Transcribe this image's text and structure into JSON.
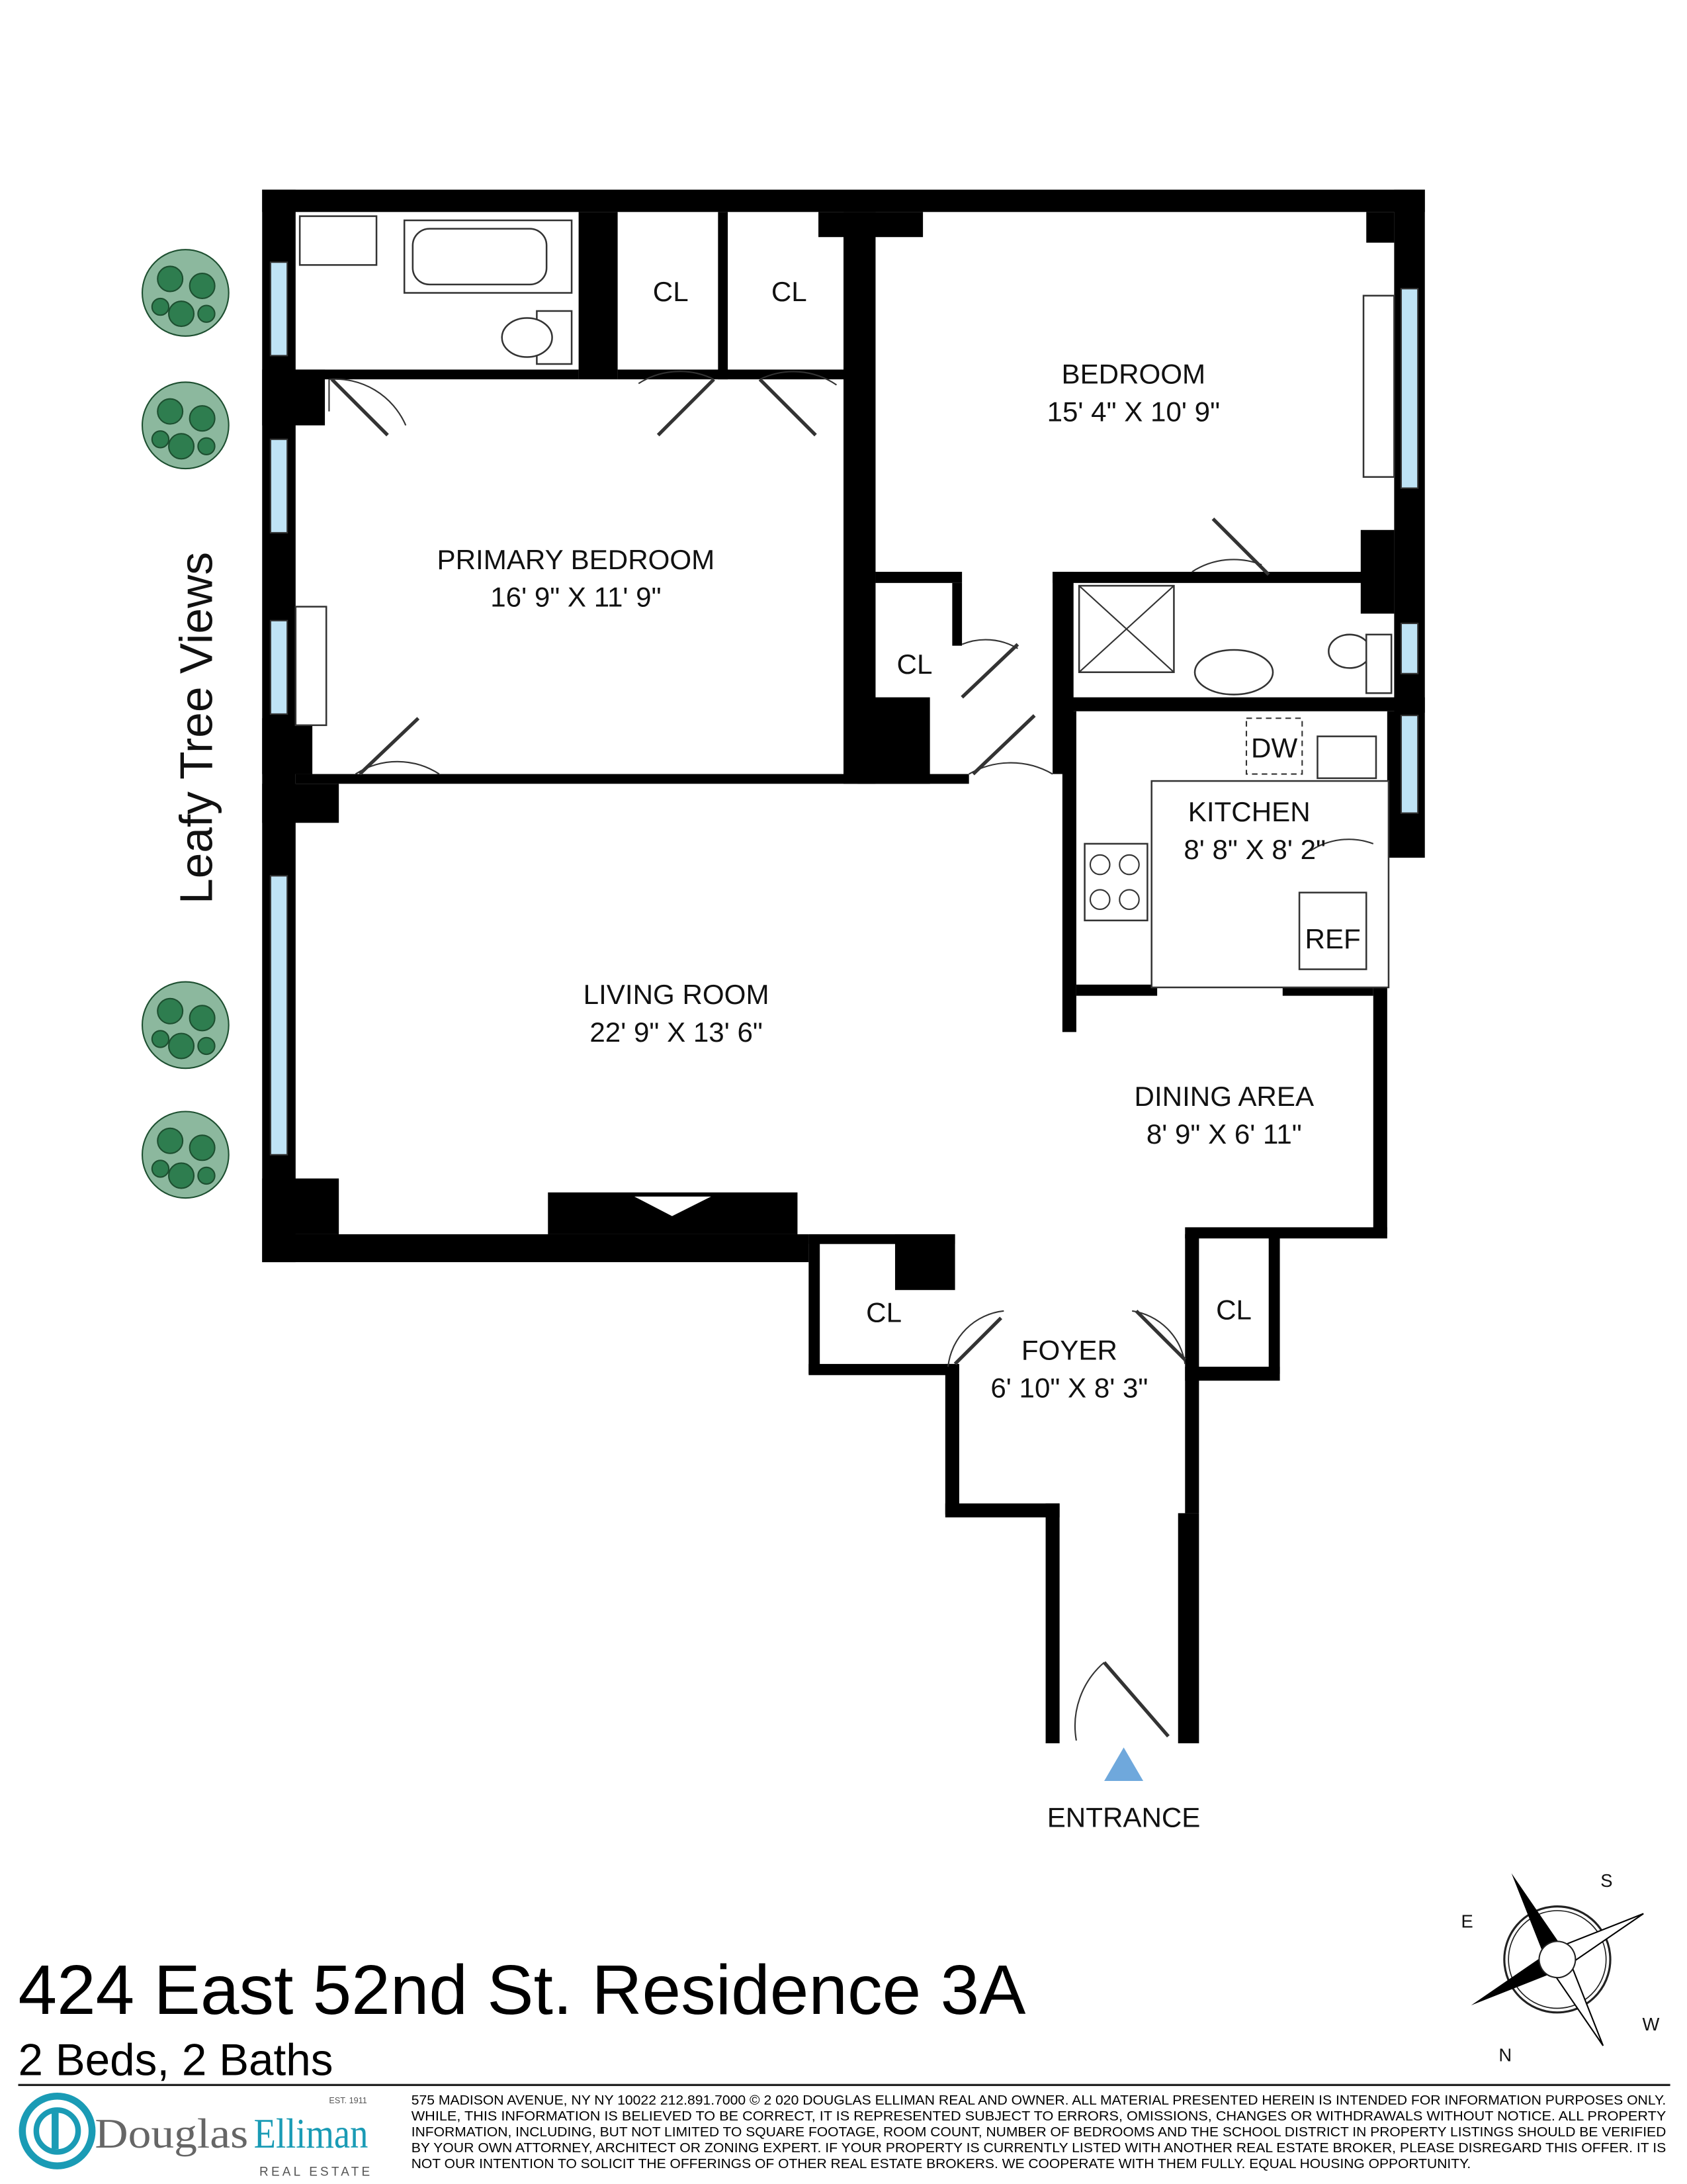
{
  "plan": {
    "view_label": "Leafy Tree Views",
    "rooms": {
      "primary_bedroom": {
        "name": "PRIMARY BEDROOM",
        "size": "16' 9\" X 11' 9\""
      },
      "bedroom": {
        "name": "BEDROOM",
        "size": "15' 4\" X 10' 9\""
      },
      "living_room": {
        "name": "LIVING ROOM",
        "size": "22' 9\" X 13' 6\""
      },
      "kitchen": {
        "name": "KITCHEN",
        "size": "8' 8\" X 8' 2\""
      },
      "dining_area": {
        "name": "DINING AREA",
        "size": "8' 9\" X 6' 11\""
      },
      "foyer": {
        "name": "FOYER",
        "size": "6' 10\" X 8' 3\""
      }
    },
    "closet_label": "CL",
    "dishwasher_label": "DW",
    "refrigerator_label": "REF",
    "entrance_label": "ENTRANCE",
    "entrance_color": "#6fa8dc",
    "tree_color": "#2e7d4f",
    "window_color": "#bfe3f5"
  },
  "compass": {
    "e": "E",
    "s": "S",
    "w": "W",
    "n": "N"
  },
  "listing": {
    "title": "424 East 52nd St. Residence 3A",
    "subtitle": "2 Beds, 2 Baths"
  },
  "brand": {
    "logo_text_a": "Douglas",
    "logo_text_b": "Elliman",
    "logo_est": "EST. 1911",
    "logo_sub": "REAL ESTATE",
    "brand_color": "#1a9bb5"
  },
  "disclaimer": [
    "575 MADISON AVENUE, NY NY 10022 212.891.7000 © 2 020 DOUGLAS ELLIMAN REAL AND OWNER. ALL MATERIAL PRESENTED HEREIN IS INTENDED FOR INFORMATION PURPOSES ONLY.",
    "WHILE, THIS INFORMATION IS BELIEVED TO BE CORRECT, IT IS REPRESENTED SUBJECT TO ERRORS, OMISSIONS, CHANGES OR WITHDRAWALS WITHOUT NOTICE. ALL PROPERTY",
    "INFORMATION, INCLUDING, BUT NOT LIMITED TO SQUARE FOOTAGE, ROOM COUNT, NUMBER OF BEDROOMS AND THE SCHOOL DISTRICT IN PROPERTY LISTINGS SHOULD BE VERIFIED",
    "BY YOUR OWN ATTORNEY, ARCHITECT OR ZONING EXPERT. IF YOUR PROPERTY IS CURRENTLY LISTED WITH ANOTHER REAL ESTATE BROKER, PLEASE DISREGARD THIS OFFER. IT IS",
    "NOT OUR INTENTION TO SOLICIT THE OFFERINGS OF OTHER REAL ESTATE BROKERS. WE COOPERATE WITH THEM FULLY. EQUAL HOUSING OPPORTUNITY."
  ]
}
